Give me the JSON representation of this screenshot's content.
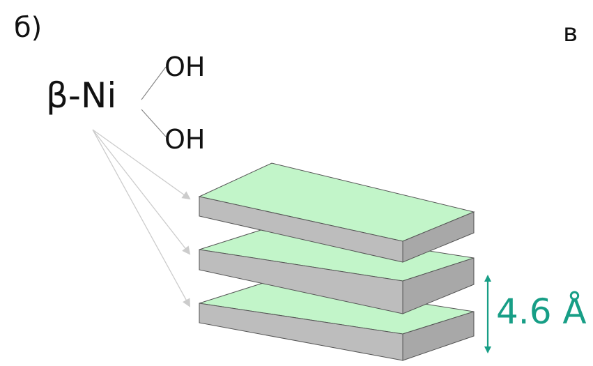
{
  "panels": {
    "left_label": "б)",
    "right_label": "в"
  },
  "formula": {
    "main": "β-Ni",
    "group_top": "OH",
    "group_bottom": "OH"
  },
  "layers": {
    "count": 3,
    "spacing_label": "4.6 Å"
  },
  "colors": {
    "layer_top": "#c2f5c9",
    "layer_side": "#bdbdbd",
    "spacing_accent": "#179e86",
    "pointer_arrows": "#cccccc"
  }
}
